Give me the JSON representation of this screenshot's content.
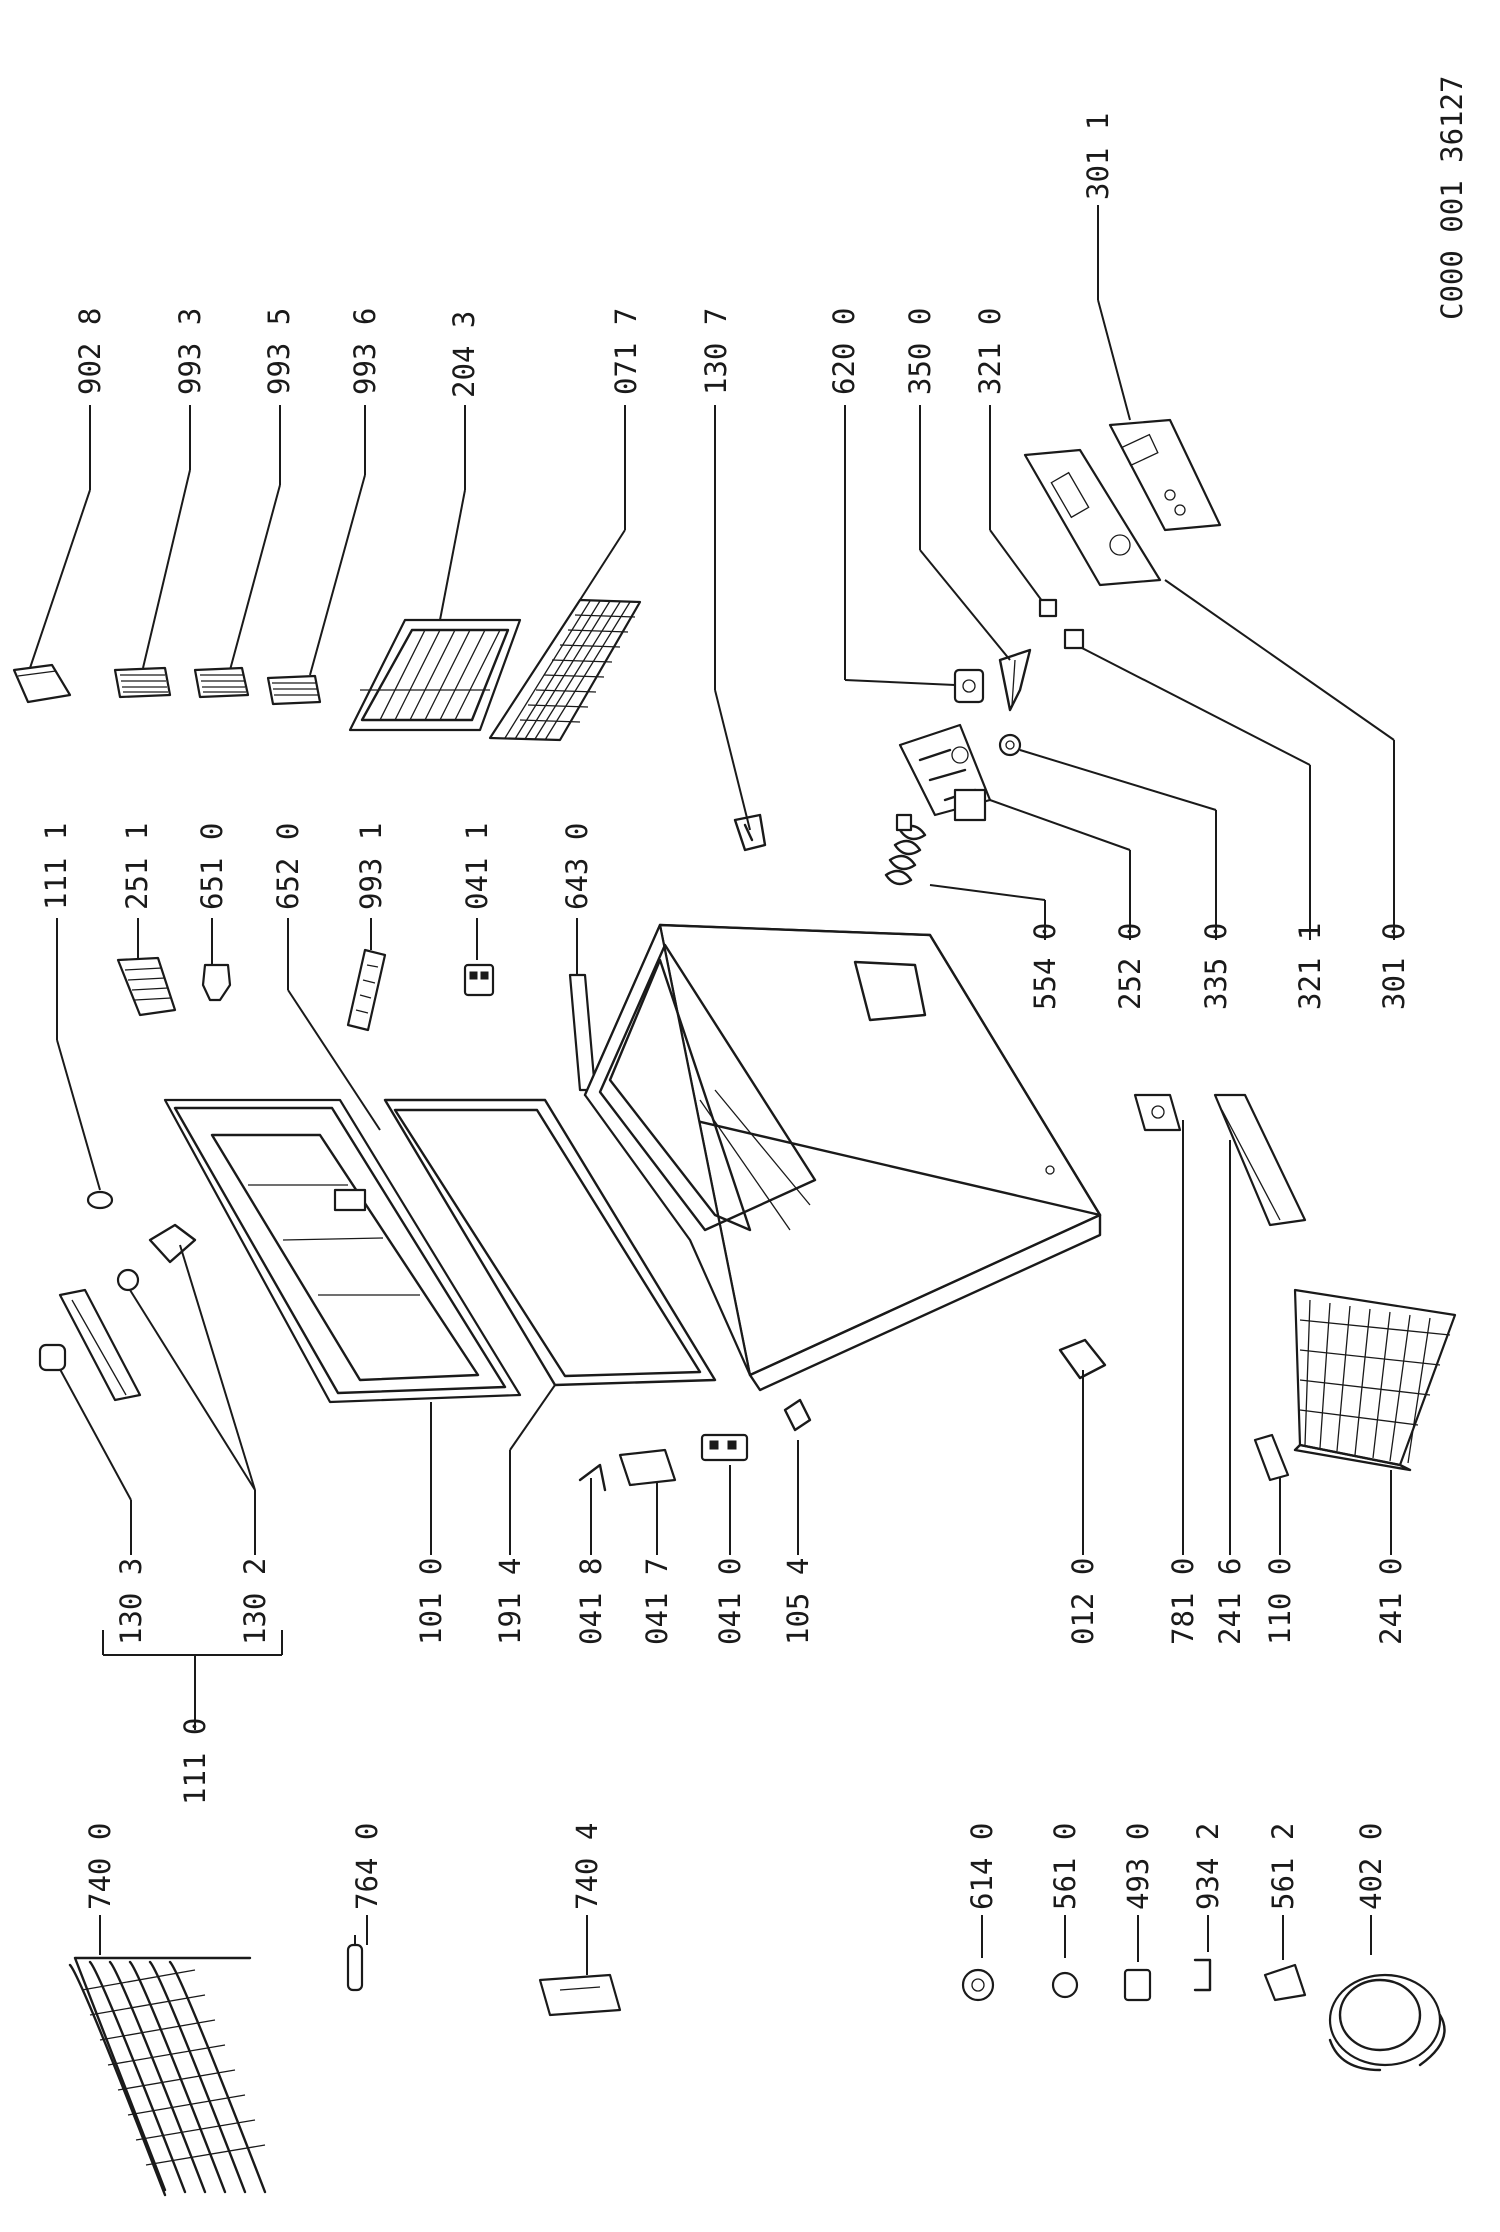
{
  "doc_code": "C000 001 36127",
  "labels": {
    "l_902_8": "902 8",
    "l_993_3": "993 3",
    "l_993_5": "993 5",
    "l_993_6": "993 6",
    "l_204_3": "204 3",
    "l_071_7": "071 7",
    "l_130_7": "130 7",
    "l_620_0": "620 0",
    "l_350_0": "350 0",
    "l_321_0": "321 0",
    "l_301_1": "301 1",
    "l_111_1": "111 1",
    "l_251_1": "251 1",
    "l_651_0": "651 0",
    "l_652_0": "652 0",
    "l_993_1": "993 1",
    "l_041_1": "041 1",
    "l_643_0": "643 0",
    "l_554_0": "554 0",
    "l_252_0": "252 0",
    "l_335_0": "335 0",
    "l_321_1": "321 1",
    "l_301_0": "301 0",
    "l_130_3": "130 3",
    "l_130_2": "130 2",
    "l_101_0": "101 0",
    "l_191_4": "191 4",
    "l_041_8": "041 8",
    "l_041_7": "041 7",
    "l_041_0": "041 0",
    "l_105_4": "105 4",
    "l_012_0": "012 0",
    "l_781_0": "781 0",
    "l_241_6": "241 6",
    "l_110_0": "110 0",
    "l_241_0": "241 0",
    "l_111_0": "111 0",
    "l_740_0": "740 0",
    "l_764_0": "764 0",
    "l_740_4": "740 4",
    "l_614_0": "614 0",
    "l_561_0": "561 0",
    "l_493_0": "493 0",
    "l_934_2": "934 2",
    "l_561_2": "561 2",
    "l_402_0": "402 0"
  }
}
